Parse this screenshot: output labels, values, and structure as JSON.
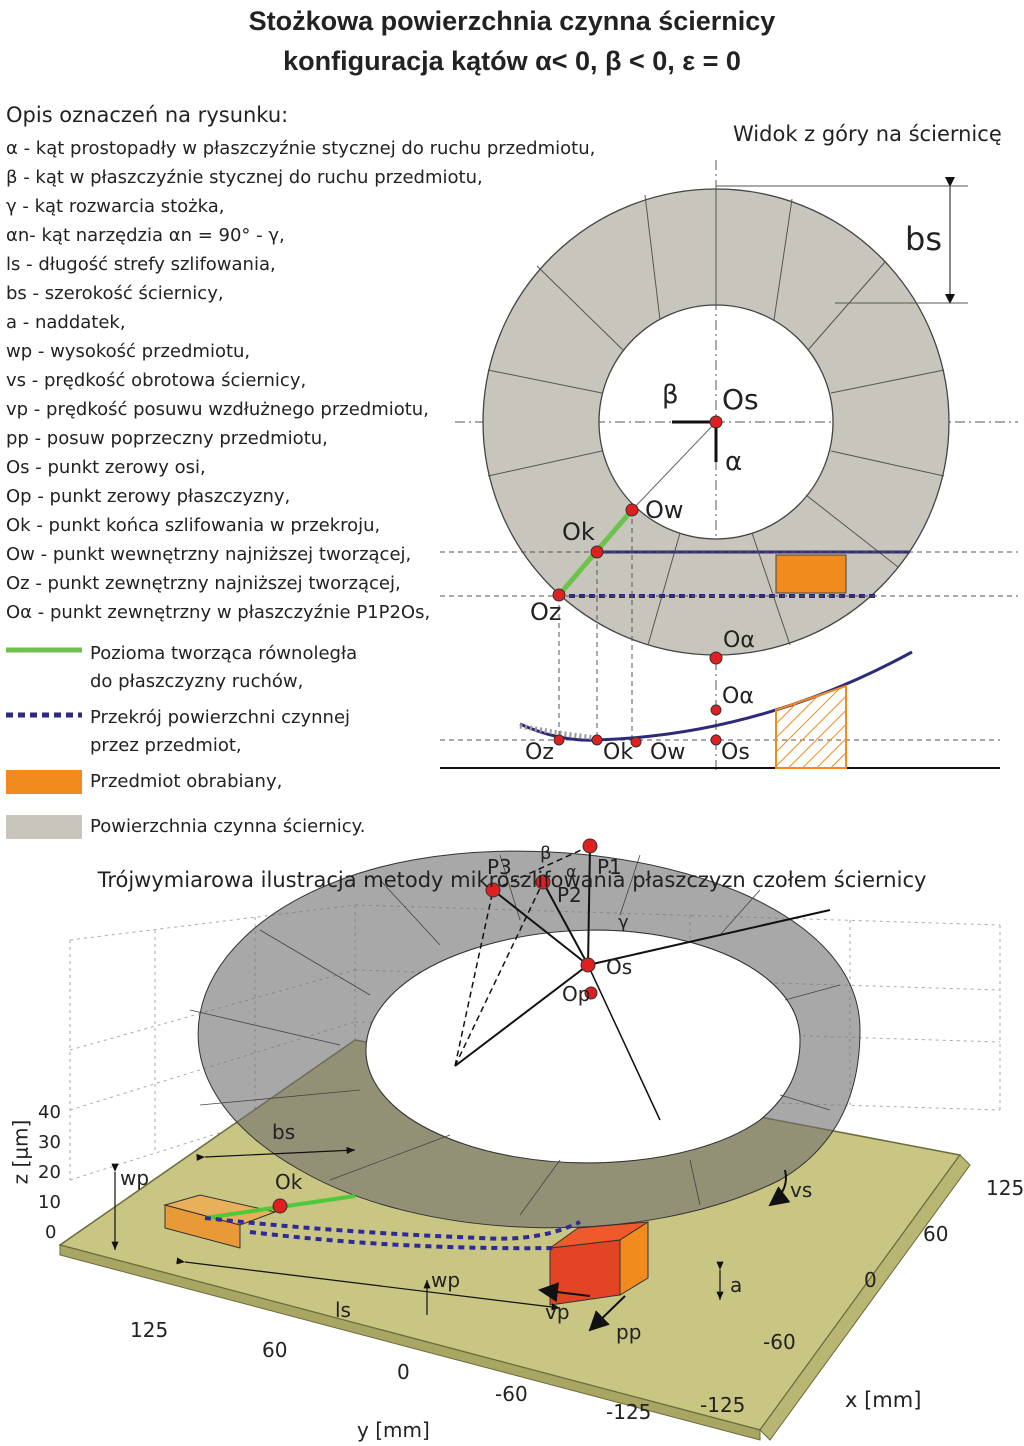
{
  "title": {
    "line1": "Stożkowa powierzchnia czynna ściernicy",
    "line2": "konfiguracja kątów α< 0, β < 0, ε = 0"
  },
  "legend": {
    "heading": "Opis oznaczeń na rysunku:",
    "items": [
      "α - kąt prostopadły w płaszczyźnie stycznej do ruchu przedmiotu,",
      "β - kąt w płaszczyźnie stycznej do ruchu przedmiotu,",
      "γ - kąt rozwarcia stożka,",
      "αn- kąt narzędzia αn = 90° - γ,",
      "ls - długość strefy szlifowania,",
      "bs - szerokość ściernicy,",
      "a - naddatek,",
      "wp - wysokość przedmiotu,",
      "vs - prędkość obrotowa ściernicy,",
      "vp - prędkość posuwu wzdłużnego przedmiotu,",
      "pp - posuw poprzeczny przedmiotu,",
      "Os - punkt zerowy osi,",
      "Op - punkt zerowy płaszczyzny,",
      "Ok - punkt końca szlifowania w przekroju,",
      "Ow - punkt wewnętrzny najniższej tworzącej,",
      "Oz - punkt zewnętrzny najniższej tworzącej,",
      "Oα - punkt zewnętrzny w płaszczyźnie P1P2Os,"
    ],
    "swatches": {
      "green_line": "Poziomа tworząca równoległa",
      "green_line2": "do płaszczyzny ruchów,",
      "blue_dash": "Przekrój powierzchni czynnej",
      "blue_dash2": "przez przedmiot,",
      "orange": "Przedmiot obrabiany,",
      "gray": "Powierzchnia czynna ściernicy."
    }
  },
  "top_view": {
    "title": "Widok z góry na ściernicę",
    "bs": "bs",
    "beta": "β",
    "alpha": "α",
    "Os": "Os",
    "Ow": "Ow",
    "Ok": "Ok",
    "Oz": "Oz",
    "Oalpha": "Oα"
  },
  "section_view": {
    "Oalpha": "Oα",
    "Oz": "Oz",
    "Ok": "Ok",
    "Ow": "Ow",
    "Os": "Os"
  },
  "iso_view": {
    "title": "Trójwymiarowa ilustracja metody mikroszlifowania płaszczyzn czołem ściernicy",
    "z_axis_label": "z [μm]",
    "z_ticks": [
      "40",
      "30",
      "20",
      "10",
      "0"
    ],
    "y_axis_label": "y [mm]",
    "y_ticks": [
      "125",
      "60",
      "0",
      "-60",
      "-125"
    ],
    "x_axis_label": "x [mm]",
    "x_ticks": [
      "125",
      "60",
      "0",
      "-60",
      "-125"
    ],
    "labels": {
      "P3": "P3",
      "P1": "P1",
      "P2": "P2",
      "beta": "β",
      "alpha": "α",
      "gamma": "γ",
      "Os": "Os",
      "Op": "Op",
      "Ok": "Ok",
      "bs": "bs",
      "wp": "wp",
      "wp2": "wp",
      "vs": "vs",
      "ls": "ls",
      "a": "a",
      "vp": "vp",
      "pp": "pp"
    }
  },
  "colors": {
    "wheel_gray": "#c8c6bc",
    "orange": "#f28b1e",
    "green": "#6cc24a",
    "navy": "#2e2a7a",
    "red_point": "#e02020",
    "plate": "#c9c583"
  }
}
